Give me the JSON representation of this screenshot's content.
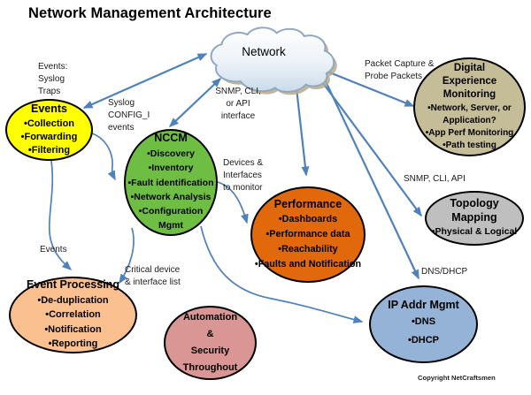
{
  "title": "Network Management Architecture",
  "cloud": {
    "label": "Network"
  },
  "copyright": "Copyright NetCraftsmen",
  "colors": {
    "arrow": "#4F81BD",
    "events": "#FFFF00",
    "nccm": "#6FBE44",
    "performance": "#E2690B",
    "dem": "#C4BD97",
    "topology": "#BFBFBF",
    "ipaddr": "#95B3D7",
    "eventproc": "#FAC090",
    "automation": "#D99694",
    "cloud_stroke": "#8FA8BF",
    "cloud_shadow": "#B5AA8B"
  },
  "nodes": {
    "events": {
      "title": "Events",
      "bullets": [
        "Collection",
        "Forwarding",
        "Filtering"
      ],
      "color": "#FFFF00"
    },
    "nccm": {
      "title": "NCCM",
      "bullets": [
        "Discovery",
        "Inventory",
        "Fault identification",
        "Network Analysis",
        "Configuration Mgmt"
      ],
      "color": "#6FBE44"
    },
    "performance": {
      "title": "Performance",
      "bullets": [
        "Dashboards",
        "Performance data",
        "Reachability",
        "Faults and Notification"
      ],
      "color": "#E2690B"
    },
    "dem": {
      "title_lines": [
        "Digital",
        "Experience",
        "Monitoring"
      ],
      "bullets": [
        "Network, Server, or Application?",
        "App Perf Monitoring",
        "Path testing"
      ],
      "color": "#C4BD97"
    },
    "topology": {
      "title": "Topology Mapping",
      "bullets": [
        "Physical & Logical"
      ],
      "color": "#BFBFBF"
    },
    "ipaddr": {
      "title": "IP Addr Mgmt",
      "bullets": [
        "DNS",
        "DHCP"
      ],
      "color": "#95B3D7"
    },
    "eventproc": {
      "title": "Event Processing",
      "bullets": [
        "De-duplication",
        "Correlation",
        "Notification",
        "Reporting"
      ],
      "color": "#FAC090"
    },
    "automation": {
      "title_lines": [
        "Automation",
        "&",
        "Security",
        "Throughout"
      ],
      "color": "#D99694"
    }
  },
  "labels": {
    "events_source": {
      "lines": [
        "Events:",
        "Syslog",
        "Traps"
      ]
    },
    "syslog_config": {
      "lines": [
        "Syslog",
        "CONFIG_I",
        "events"
      ]
    },
    "snmp_cli_api_interface": {
      "lines": [
        "SNMP, CLI,",
        "or API",
        "interface"
      ]
    },
    "devices_to_monitor": {
      "lines": [
        "Devices &",
        "Interfaces",
        "to monitor"
      ]
    },
    "packet_capture": {
      "lines": [
        "Packet Capture &",
        "Probe Packets"
      ]
    },
    "snmp_cli_api": {
      "lines": [
        "SNMP, CLI, API"
      ]
    },
    "dns_dhcp": {
      "lines": [
        "DNS/DHCP"
      ]
    },
    "events_flow": {
      "lines": [
        "Events"
      ]
    },
    "critical_device": {
      "lines": [
        "Critical device",
        "& interface list"
      ]
    }
  }
}
